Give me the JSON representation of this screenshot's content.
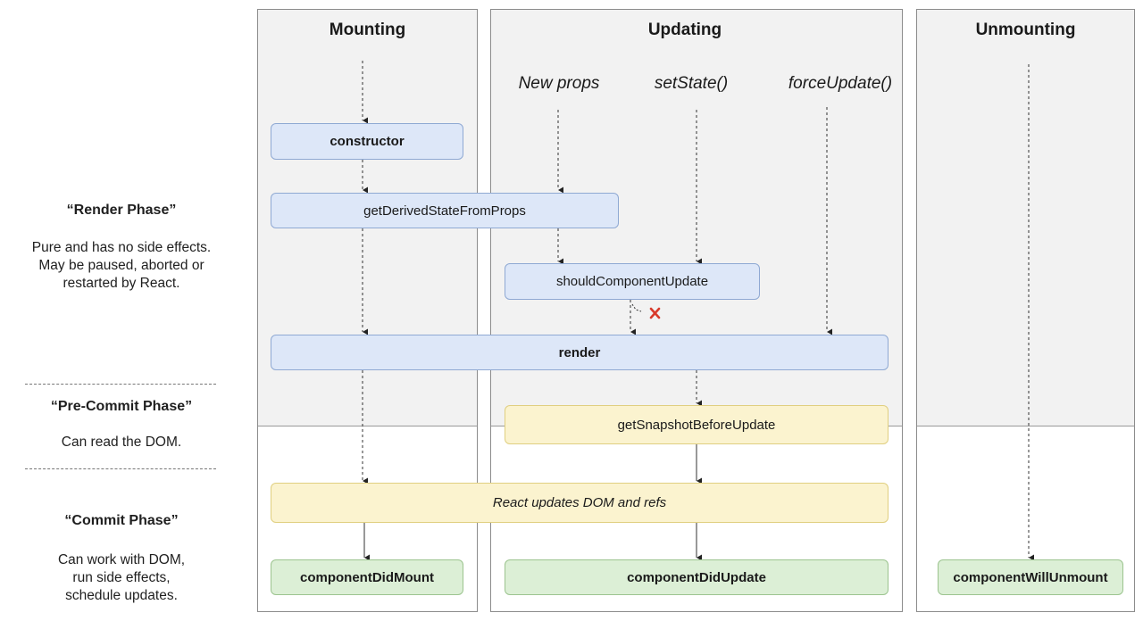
{
  "columns": {
    "mounting": "Mounting",
    "updating": "Updating",
    "unmounting": "Unmounting"
  },
  "triggers": {
    "new_props": "New props",
    "set_state": "setState()",
    "force_update": "forceUpdate()"
  },
  "methods": {
    "constructor": "constructor",
    "get_derived_state": "getDerivedStateFromProps",
    "should_component_update": "shouldComponentUpdate",
    "render": "render",
    "get_snapshot": "getSnapshotBeforeUpdate",
    "react_updates_dom": "React updates DOM and refs",
    "component_did_mount": "componentDidMount",
    "component_did_update": "componentDidUpdate",
    "component_will_unmount": "componentWillUnmount"
  },
  "phases": {
    "render_title": "“Render Phase”",
    "render_desc_1": "Pure and has no side effects.",
    "render_desc_2": "May be paused, aborted or",
    "render_desc_3": "restarted by React.",
    "precommit_title": "“Pre-Commit Phase”",
    "precommit_desc_1": "Can read the DOM.",
    "commit_title": "“Commit Phase”",
    "commit_desc_1": "Can work with DOM,",
    "commit_desc_2": "run side effects,",
    "commit_desc_3": "schedule updates."
  },
  "colors": {
    "render_phase_box": "#dde7f8",
    "precommit_phase_box": "#fbf3cf",
    "commit_phase_box": "#dcefd6",
    "cancel_mark": "#d83a2b"
  }
}
